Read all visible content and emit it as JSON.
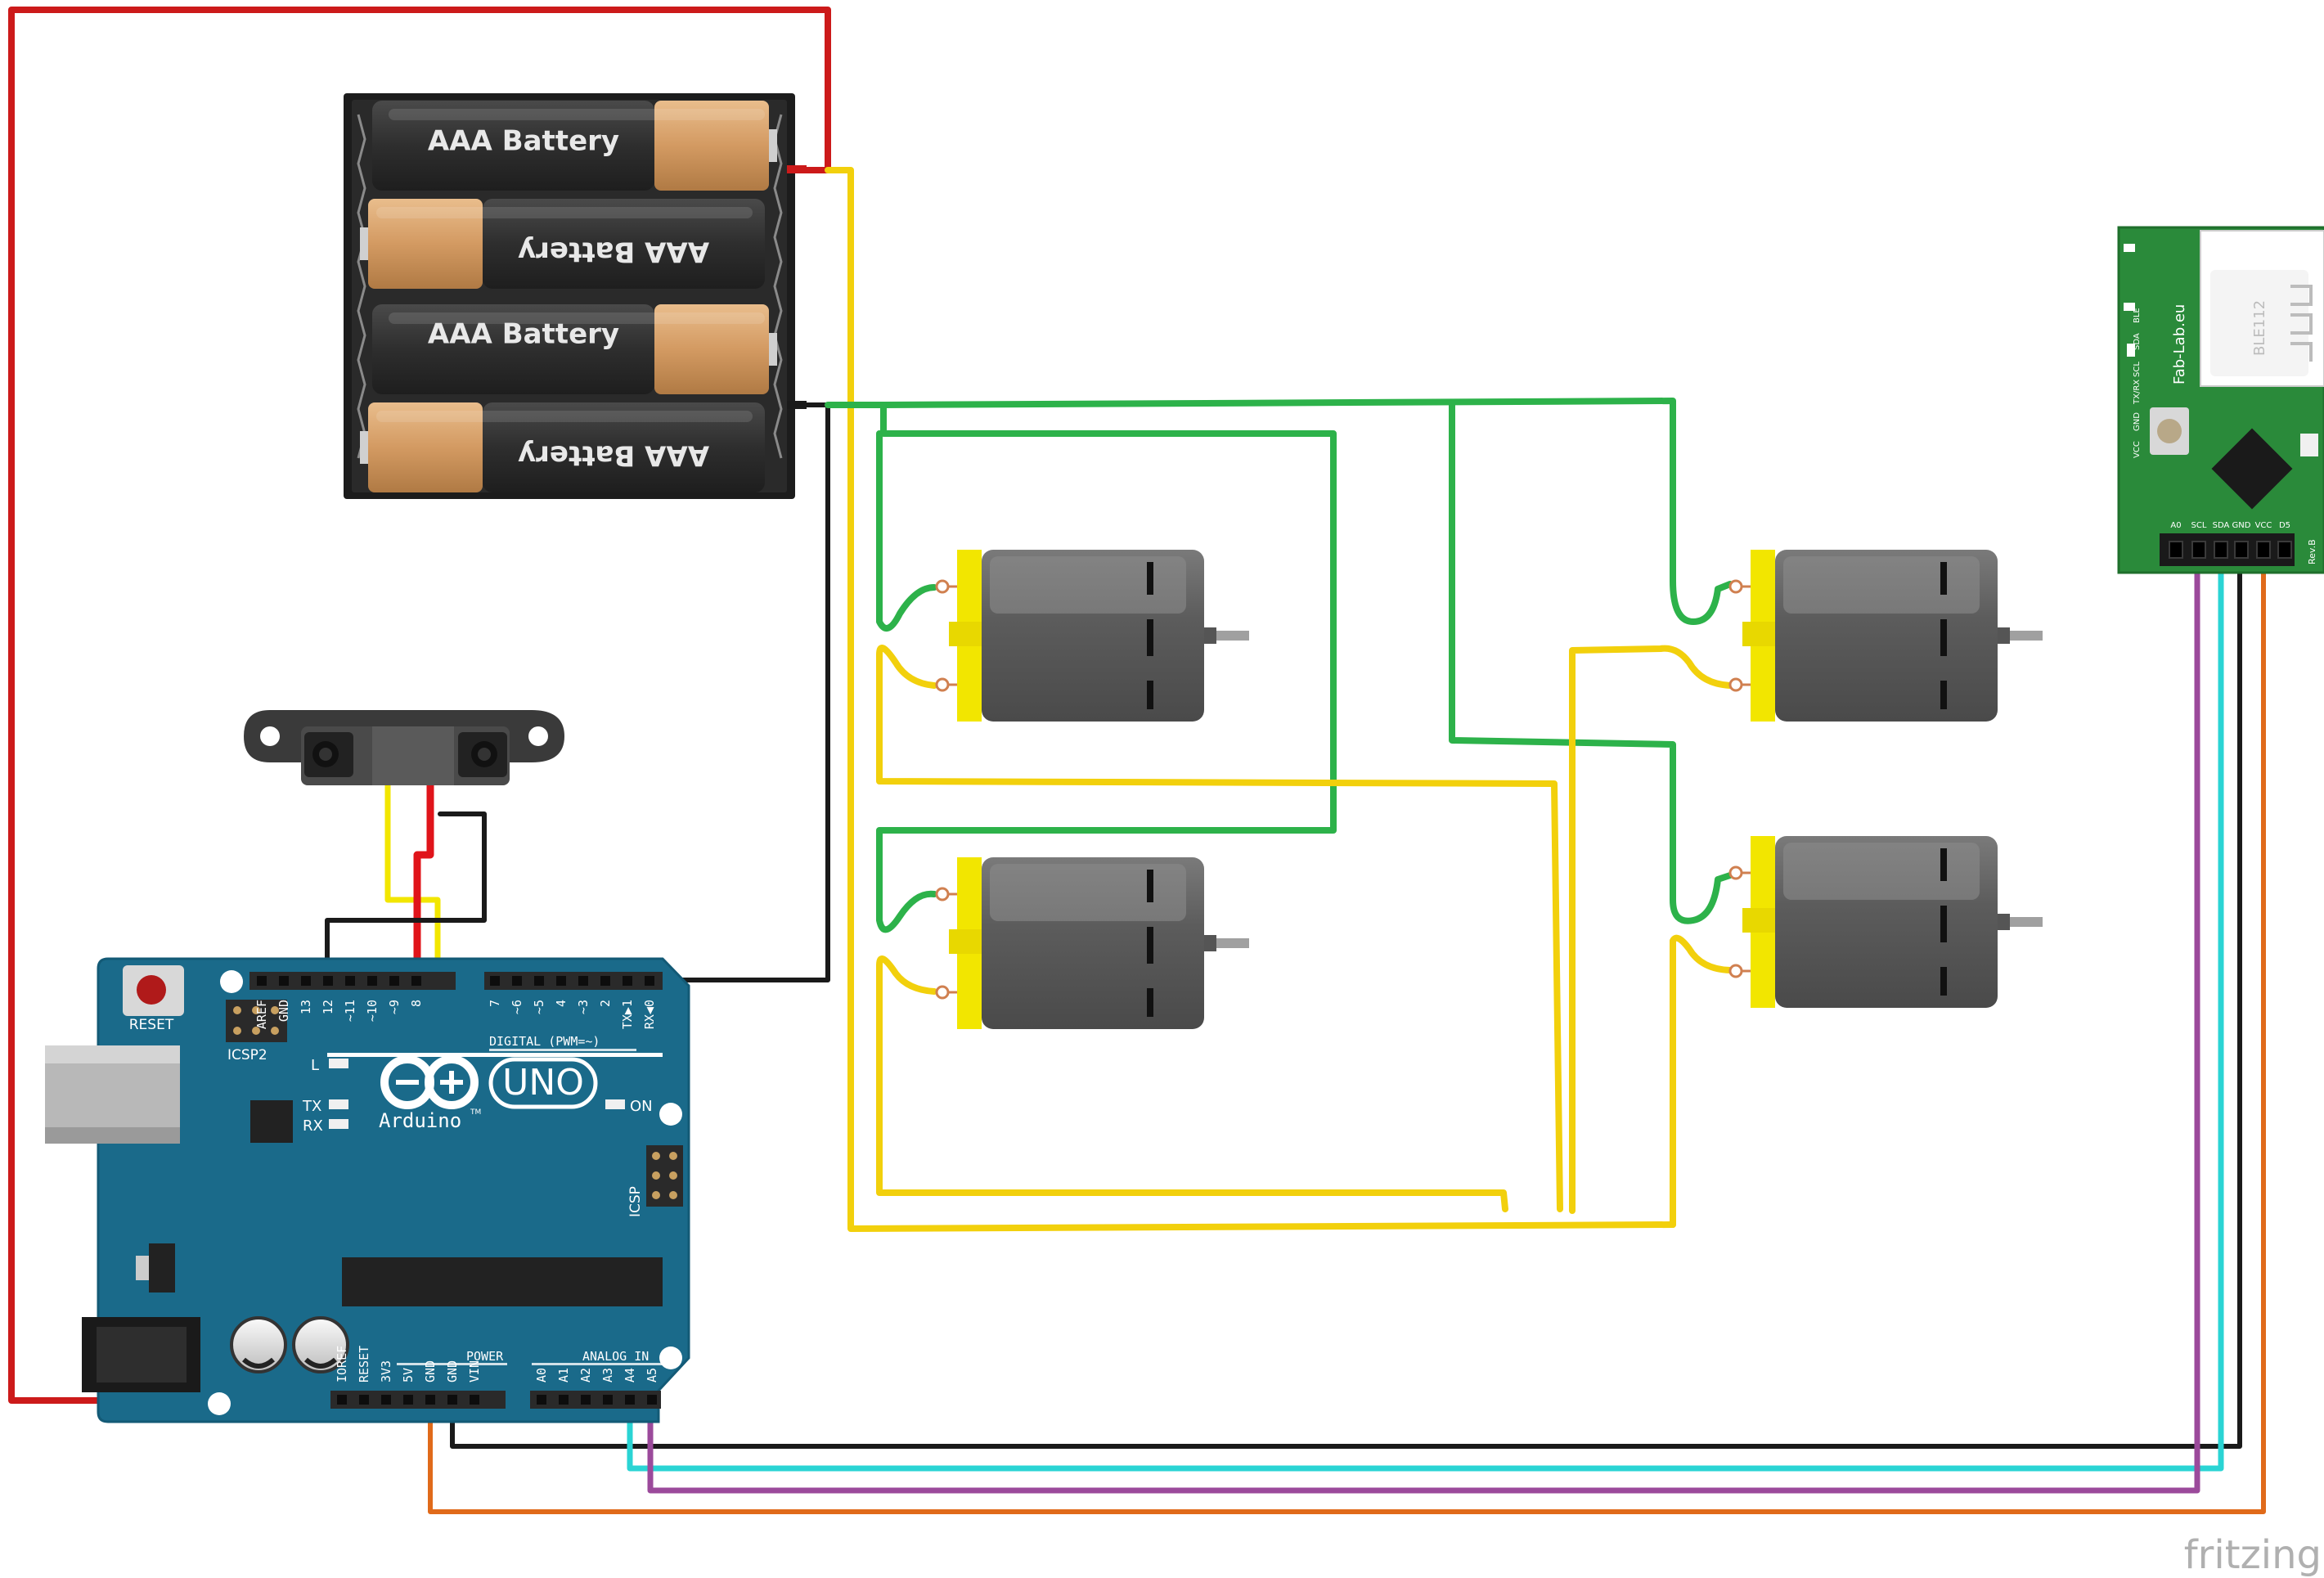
{
  "battery_pack": {
    "cells": [
      {
        "label": "AAA Battery",
        "flipped": false
      },
      {
        "label": "AAA Battery",
        "flipped": true
      },
      {
        "label": "AAA Battery",
        "flipped": false
      },
      {
        "label": "AAA Battery",
        "flipped": true
      }
    ]
  },
  "arduino": {
    "brand": "Arduino",
    "trademark": "TM",
    "model": "UNO",
    "reset_label": "RESET",
    "icsp2_label": "ICSP2",
    "icsp_label": "ICSP",
    "led_l": "L",
    "led_tx": "TX",
    "led_rx": "RX",
    "led_on": "ON",
    "digital_label": "DIGITAL (PWM=~)",
    "power_label": "POWER",
    "analog_label": "ANALOG IN",
    "digital_pins": [
      "AREF",
      "GND",
      "13",
      "12",
      "~11",
      "~10",
      "~9",
      "8",
      "7",
      "~6",
      "~5",
      "4",
      "~3",
      "2",
      "TX▶1",
      "RX◀0"
    ],
    "power_pins": [
      "IOREF",
      "RESET",
      "3V3",
      "5V",
      "GND",
      "GND",
      "VIN"
    ],
    "analog_pins": [
      "A0",
      "A1",
      "A2",
      "A3",
      "A4",
      "A5"
    ]
  },
  "ble_module": {
    "site": "Fab-Lab.eu",
    "chip": "BLE112",
    "silk_left": [
      "BLE",
      "SDA",
      "SCL",
      "TX/RX",
      "GND",
      "VCC"
    ],
    "silk_bottom": [
      "A0",
      "SCL",
      "SDA",
      "GND",
      "VCC",
      "D5"
    ],
    "silk_bottom_right": "Rev.B"
  },
  "watermark": "fritzing",
  "colors": {
    "wire_red": "#cc1a1a",
    "wire_yellow": "#f2d00c",
    "wire_green": "#2db24a",
    "wire_black": "#1a1a1a",
    "wire_cyan": "#2ad4d4",
    "wire_purple": "#9b4a9b",
    "wire_orange": "#e06a1a",
    "arduino_blue": "#1a6a8a",
    "motor_gray": "#666666",
    "motor_yellow": "#f2e600",
    "ble_green": "#2a8a3a"
  }
}
